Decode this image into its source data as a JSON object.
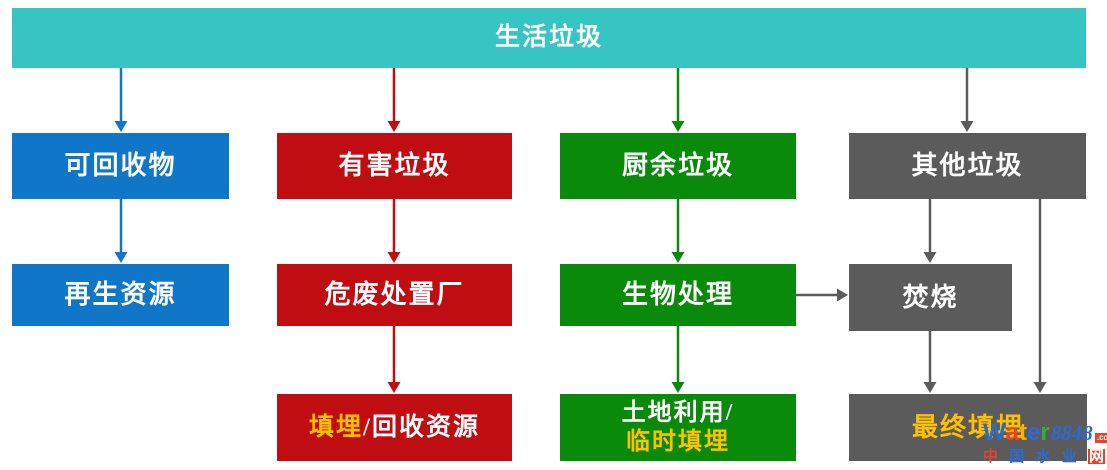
{
  "banner": {
    "label": "生活垃圾"
  },
  "nodes": {
    "recyclable": "可回收物",
    "renewable_resources": "再生资源",
    "hazardous": "有害垃圾",
    "hazardous_plant": "危废处置厂",
    "landfill_part": "填埋",
    "recycle_part": "/回收资源",
    "kitchen": "厨余垃圾",
    "bio_treatment": "生物处理",
    "land_use_line1": "土地利用/",
    "land_use_line2": "临时填埋",
    "other": "其他垃圾",
    "incineration": "焚烧",
    "final_landfill": "最终填埋"
  },
  "colors": {
    "teal": "#37C5C4",
    "blue": "#1076C8",
    "red": "#C00D12",
    "green": "#0A8A0A",
    "gray": "#5B5B5B",
    "gold": "#FFC000",
    "white": "#FFFFFF"
  },
  "watermark": {
    "brand_letters": [
      {
        "ch": "W",
        "color": "#2B6BD4"
      },
      {
        "ch": "a",
        "color": "#E8412C"
      },
      {
        "ch": "t",
        "color": "#F5B400"
      },
      {
        "ch": "e",
        "color": "#2B6BD4"
      },
      {
        "ch": "r",
        "color": "#3BA93C"
      }
    ],
    "number": "8848",
    "tld": ".com",
    "site_chars": [
      {
        "ch": "中",
        "color": "#E8412C"
      },
      {
        "ch": "国",
        "color": "#2B6BD4"
      },
      {
        "ch": "水",
        "color": "#2B6BD4"
      },
      {
        "ch": "业",
        "color": "#2B6BD4"
      },
      {
        "ch": "网",
        "color": "#FFFFFF",
        "bg": "#E8412C"
      }
    ]
  }
}
